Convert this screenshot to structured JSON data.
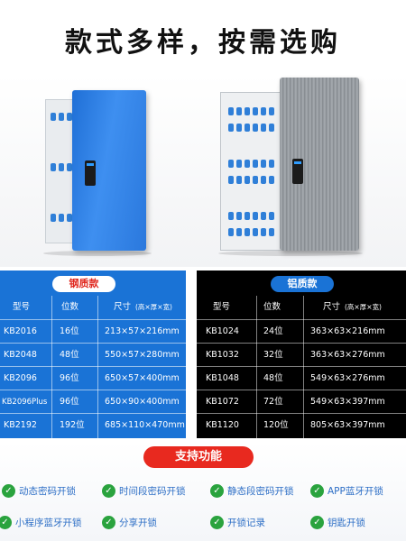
{
  "headline": "款式多样，按需选购",
  "steel_table": {
    "title": "钢质款",
    "headers": [
      "型号",
      "位数",
      "尺寸",
      "(高×厚×宽)"
    ],
    "rows": [
      [
        "KB2016",
        "16位",
        "213×57×216mm"
      ],
      [
        "KB2048",
        "48位",
        "550×57×280mm"
      ],
      [
        "KB2096",
        "96位",
        "650×57×400mm"
      ],
      [
        "KB2096Plus",
        "96位",
        "650×90×400mm"
      ],
      [
        "KB2192",
        "192位",
        "685×110×470mm"
      ]
    ]
  },
  "aluminum_table": {
    "title": "铝质款",
    "headers": [
      "型号",
      "位数",
      "尺寸",
      "(高×厚×宽)"
    ],
    "rows": [
      [
        "KB1024",
        "24位",
        "363×63×216mm"
      ],
      [
        "KB1032",
        "32位",
        "363×63×276mm"
      ],
      [
        "KB1048",
        "48位",
        "549×63×276mm"
      ],
      [
        "KB1072",
        "72位",
        "549×63×397mm"
      ],
      [
        "KB1120",
        "120位",
        "805×63×397mm"
      ]
    ]
  },
  "features": {
    "title": "支持功能",
    "items": [
      "动态密码开锁",
      "时间段密码开锁",
      "静态段密码开锁",
      "APP蓝牙开锁",
      "小程序蓝牙开锁",
      "分享开锁",
      "开锁记录",
      "钥匙开锁"
    ]
  },
  "colors": {
    "brand_blue": "#1a73d6",
    "accent_red": "#e8291f",
    "check_green": "#2aa33e",
    "feature_text": "#2e6fc6"
  },
  "icons": {
    "feature_check": "check-circle-icon"
  }
}
